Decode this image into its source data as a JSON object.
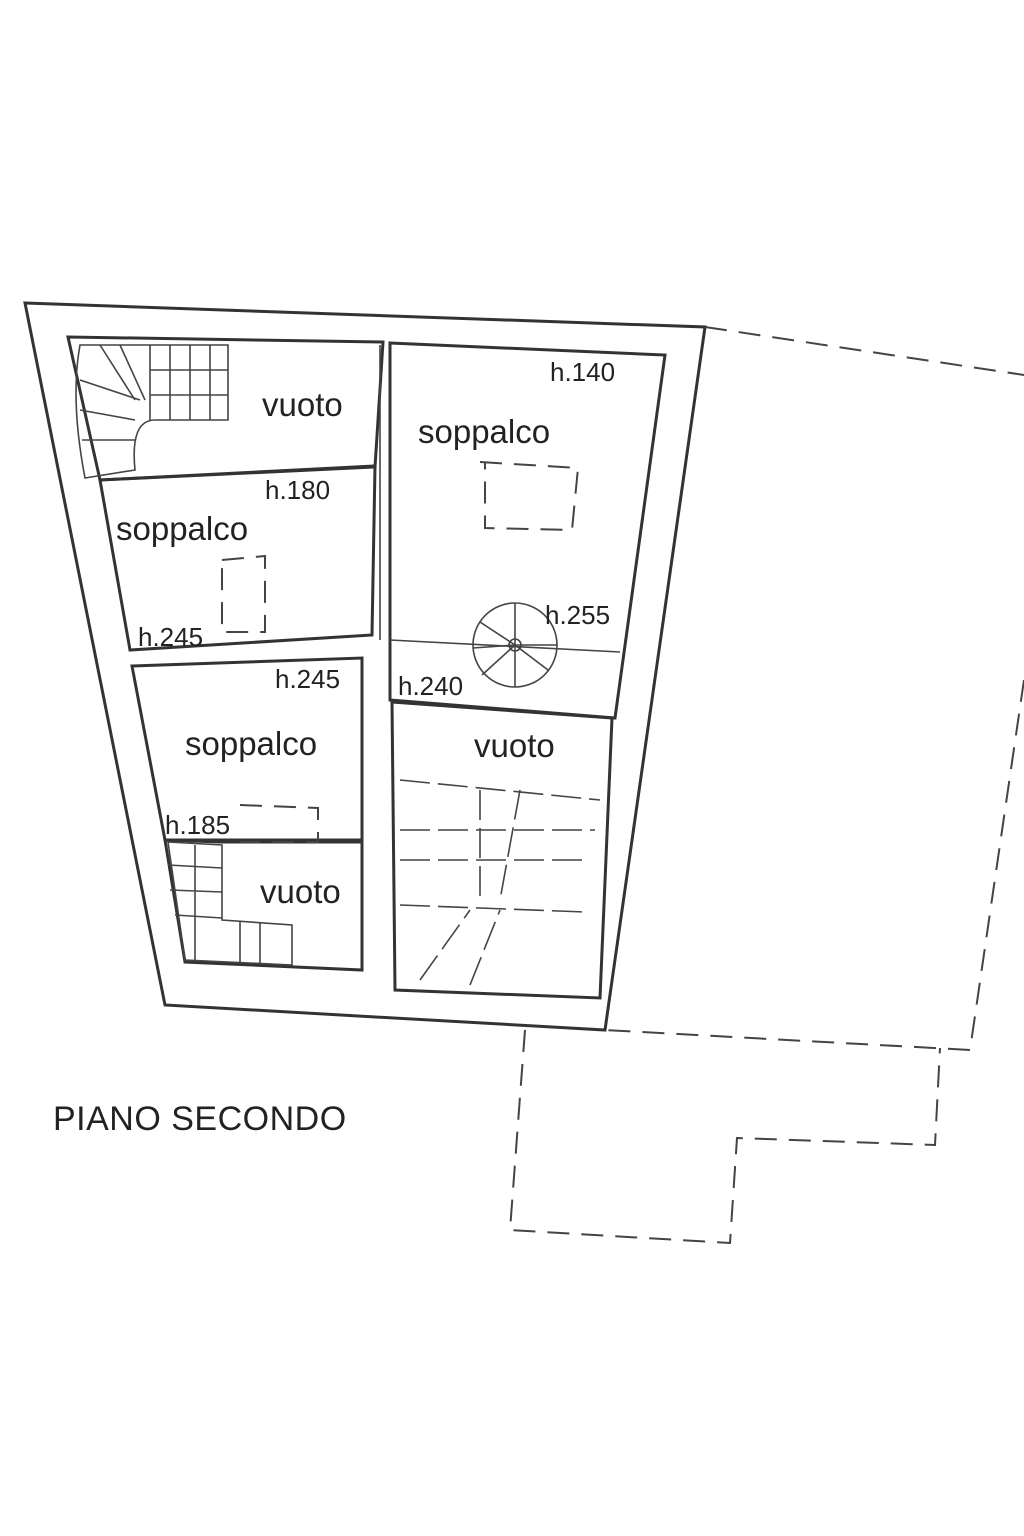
{
  "plan": {
    "title": "PIANO SECONDO",
    "rooms": [
      {
        "label": "vuoto"
      },
      {
        "label": "soppalco",
        "heights": [
          "h.180",
          "h.245"
        ]
      },
      {
        "label": "soppalco",
        "heights": [
          "h.245",
          "h.185"
        ]
      },
      {
        "label": "vuoto"
      },
      {
        "label": "soppalco",
        "heights": [
          "h.140",
          "h.255",
          "h.240"
        ]
      },
      {
        "label": "vuoto"
      }
    ]
  }
}
